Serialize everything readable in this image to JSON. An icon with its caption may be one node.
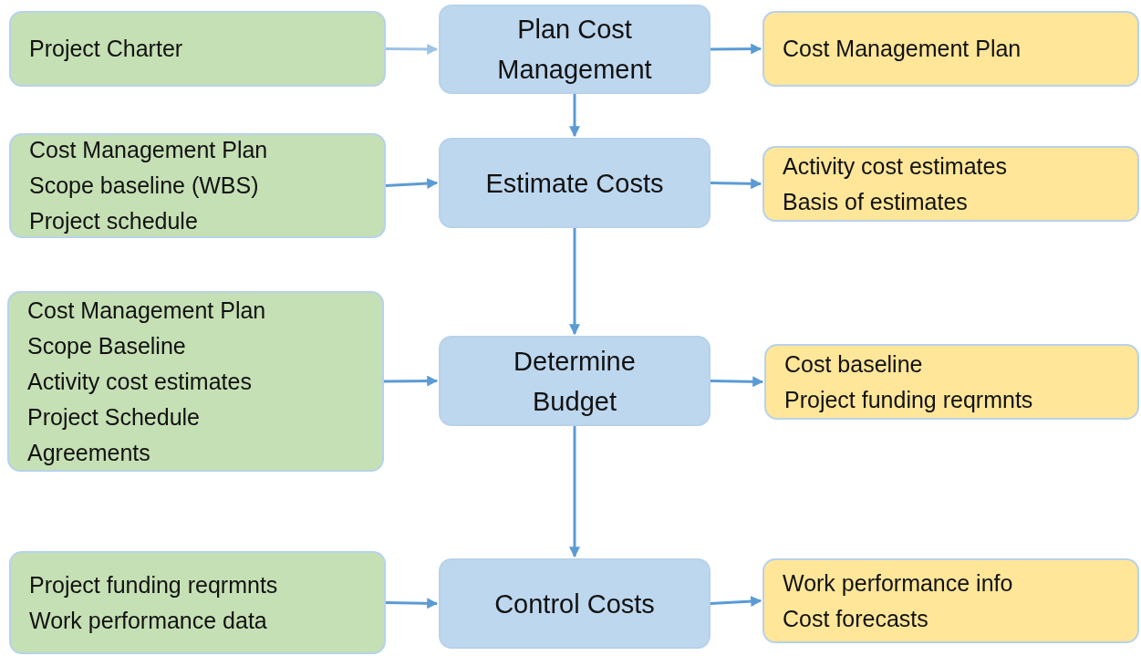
{
  "diagram": {
    "nodes": [
      {
        "text": [
          "Project Charter"
        ]
      },
      {
        "text": [
          "Plan Cost Management"
        ]
      },
      {
        "text": [
          "Cost Management Plan"
        ]
      },
      {
        "text": [
          "Cost Management Plan",
          "Scope baseline (WBS)",
          "Project schedule"
        ]
      },
      {
        "text": [
          "Estimate Costs"
        ]
      },
      {
        "text": [
          "Activity cost estimates",
          "Basis of estimates"
        ]
      },
      {
        "text": [
          "Cost Management Plan",
          "Scope Baseline",
          "Activity cost estimates",
          "Project Schedule",
          "Agreements"
        ]
      },
      {
        "text": [
          "Determine Budget"
        ]
      },
      {
        "text": [
          "Cost baseline",
          "Project funding reqrmnts"
        ]
      },
      {
        "text": [
          "Project funding reqrmnts",
          "Work performance data"
        ]
      },
      {
        "text": [
          "Control Costs"
        ]
      },
      {
        "text": [
          "Work performance info",
          "Cost forecasts"
        ]
      }
    ],
    "edges": [
      {
        "from": 0,
        "to": 1,
        "arrow": "to",
        "color": "#9dc3e6"
      },
      {
        "from": 1,
        "to": 2,
        "arrow": "to"
      },
      {
        "from": 1,
        "to": 4,
        "arrow": "to"
      },
      {
        "from": 3,
        "to": 4,
        "arrow": "to"
      },
      {
        "from": 4,
        "to": 5,
        "arrow": "to"
      },
      {
        "from": 4,
        "to": 7,
        "arrow": "to"
      },
      {
        "from": 6,
        "to": 7,
        "arrow": "to"
      },
      {
        "from": 7,
        "to": 8,
        "arrow": "to"
      },
      {
        "from": 7,
        "to": 10,
        "arrow": "to"
      },
      {
        "from": 9,
        "to": 10,
        "arrow": "to"
      },
      {
        "from": 10,
        "to": 11,
        "arrow": "to"
      }
    ]
  }
}
